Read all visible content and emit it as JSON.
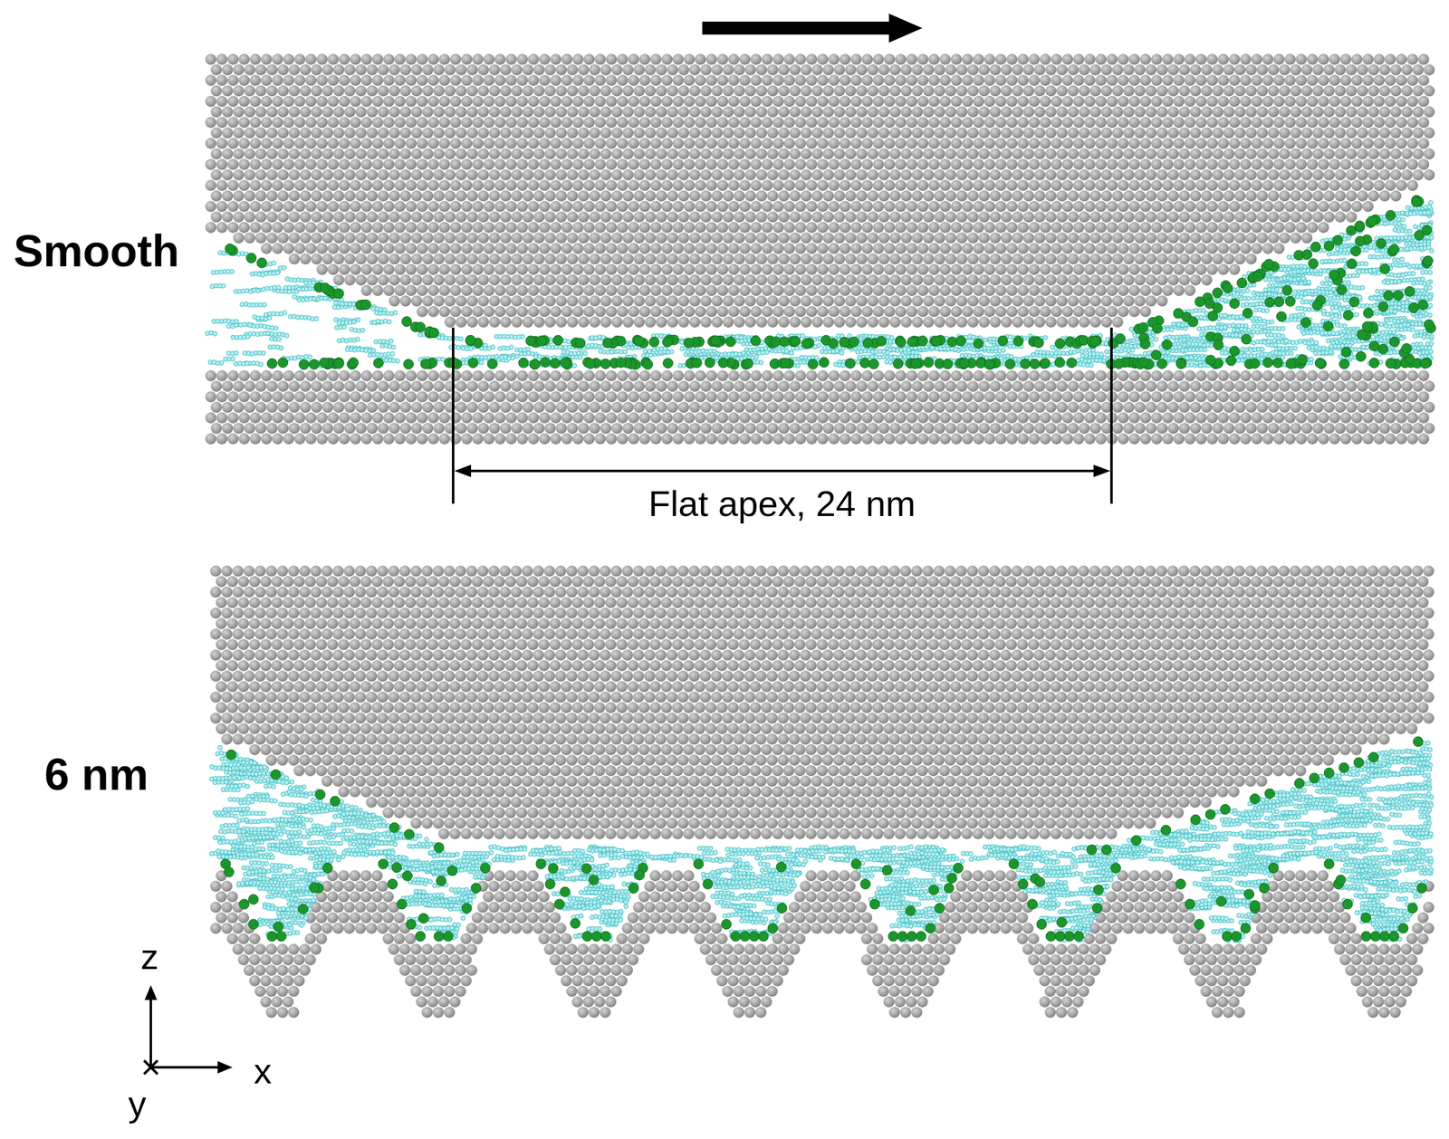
{
  "diagram": {
    "labels": [
      "Smooth",
      "Flat apex, 24 nm",
      "6 nm",
      "z",
      "x",
      "y"
    ]
  }
}
